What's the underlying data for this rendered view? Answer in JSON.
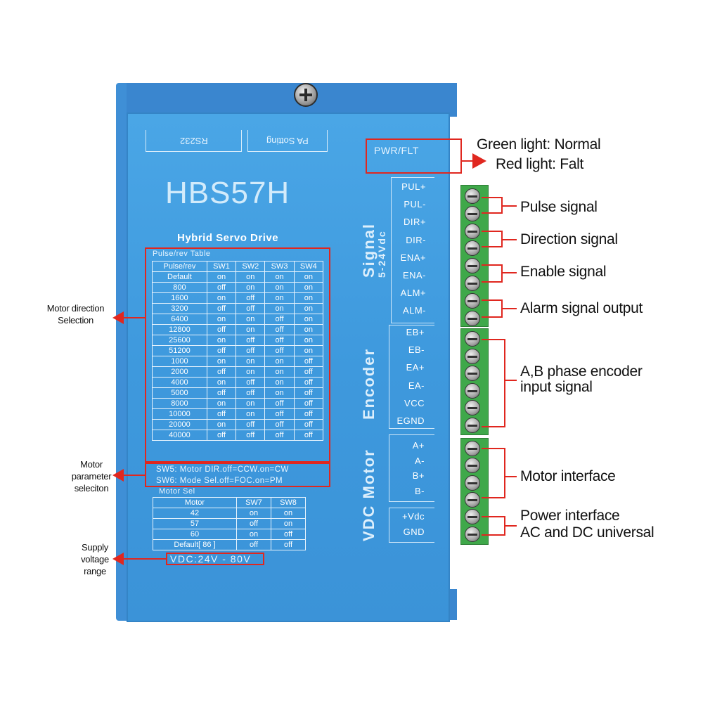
{
  "device": {
    "model": "HBS57H",
    "subtitle": "Hybrid Servo Drive",
    "port_rs232": "RS232",
    "port_pa": "PA Sotting",
    "led": "PWR/FLT",
    "voltage": "VDC:24V - 80V"
  },
  "pulse_table": {
    "caption": "Pulse/rev Table",
    "headers": [
      "Pulse/rev",
      "SW1",
      "SW2",
      "SW3",
      "SW4"
    ],
    "rows": [
      [
        "Default",
        "on",
        "on",
        "on",
        "on"
      ],
      [
        "800",
        "off",
        "on",
        "on",
        "on"
      ],
      [
        "1600",
        "on",
        "off",
        "on",
        "on"
      ],
      [
        "3200",
        "off",
        "off",
        "on",
        "on"
      ],
      [
        "6400",
        "on",
        "on",
        "off",
        "on"
      ],
      [
        "12800",
        "off",
        "on",
        "off",
        "on"
      ],
      [
        "25600",
        "on",
        "off",
        "off",
        "on"
      ],
      [
        "51200",
        "off",
        "off",
        "off",
        "on"
      ],
      [
        "1000",
        "on",
        "on",
        "on",
        "off"
      ],
      [
        "2000",
        "off",
        "on",
        "on",
        "off"
      ],
      [
        "4000",
        "on",
        "off",
        "on",
        "off"
      ],
      [
        "5000",
        "off",
        "off",
        "on",
        "off"
      ],
      [
        "8000",
        "on",
        "on",
        "off",
        "off"
      ],
      [
        "10000",
        "off",
        "on",
        "off",
        "off"
      ],
      [
        "20000",
        "on",
        "off",
        "off",
        "off"
      ],
      [
        "40000",
        "off",
        "off",
        "off",
        "off"
      ]
    ]
  },
  "sw_notes": [
    "SW5: Motor DIR.off=CCW.on=CW",
    "SW6: Mode Sel.off=FOC.on=PM"
  ],
  "motor_table": {
    "caption": "Motor Sel",
    "headers": [
      "Motor",
      "SW7",
      "SW8"
    ],
    "rows": [
      [
        "42",
        "on",
        "on"
      ],
      [
        "57",
        "off",
        "on"
      ],
      [
        "60",
        "on",
        "off"
      ],
      [
        "Default[ 86 ]",
        "off",
        "off"
      ]
    ]
  },
  "groups": {
    "signal": "Signal",
    "signal_sub": "5-24Vdc",
    "encoder": "Encoder",
    "motor": "VDC  Motor"
  },
  "pins": {
    "signal": [
      "PUL+",
      "PUL-",
      "DIR+",
      "DIR-",
      "ENA+",
      "ENA-",
      "ALM+",
      "ALM-"
    ],
    "encoder": [
      "EB+",
      "EB-",
      "EA+",
      "EA-",
      "VCC",
      "EGND"
    ],
    "motor": [
      "A+",
      "A-",
      "B+",
      "B-"
    ],
    "power": [
      "+Vdc",
      "GND"
    ]
  },
  "annotations": {
    "green_light": "Green light: Normal",
    "red_light": "Red light: Falt",
    "pulse": "Pulse signal",
    "direction": "Direction signal",
    "enable": "Enable signal",
    "alarm": "Alarm signal output",
    "encoder_1": "A,B phase encoder",
    "encoder_2": "input signal",
    "motor": "Motor interface",
    "power_1": "Power interface",
    "power_2": "AC and DC universal",
    "left_dir_1": "Motor direction",
    "left_dir_2": "Selection",
    "left_param_1": "Motor",
    "left_param_2": "parameter",
    "left_param_3": "seleciton",
    "left_supply_1": "Supply",
    "left_supply_2": "voltage",
    "left_supply_3": "range"
  },
  "colors": {
    "device_blue": "#3e99dd",
    "terminal_green": "#3fa84a",
    "annotation_red": "#e0271f"
  }
}
